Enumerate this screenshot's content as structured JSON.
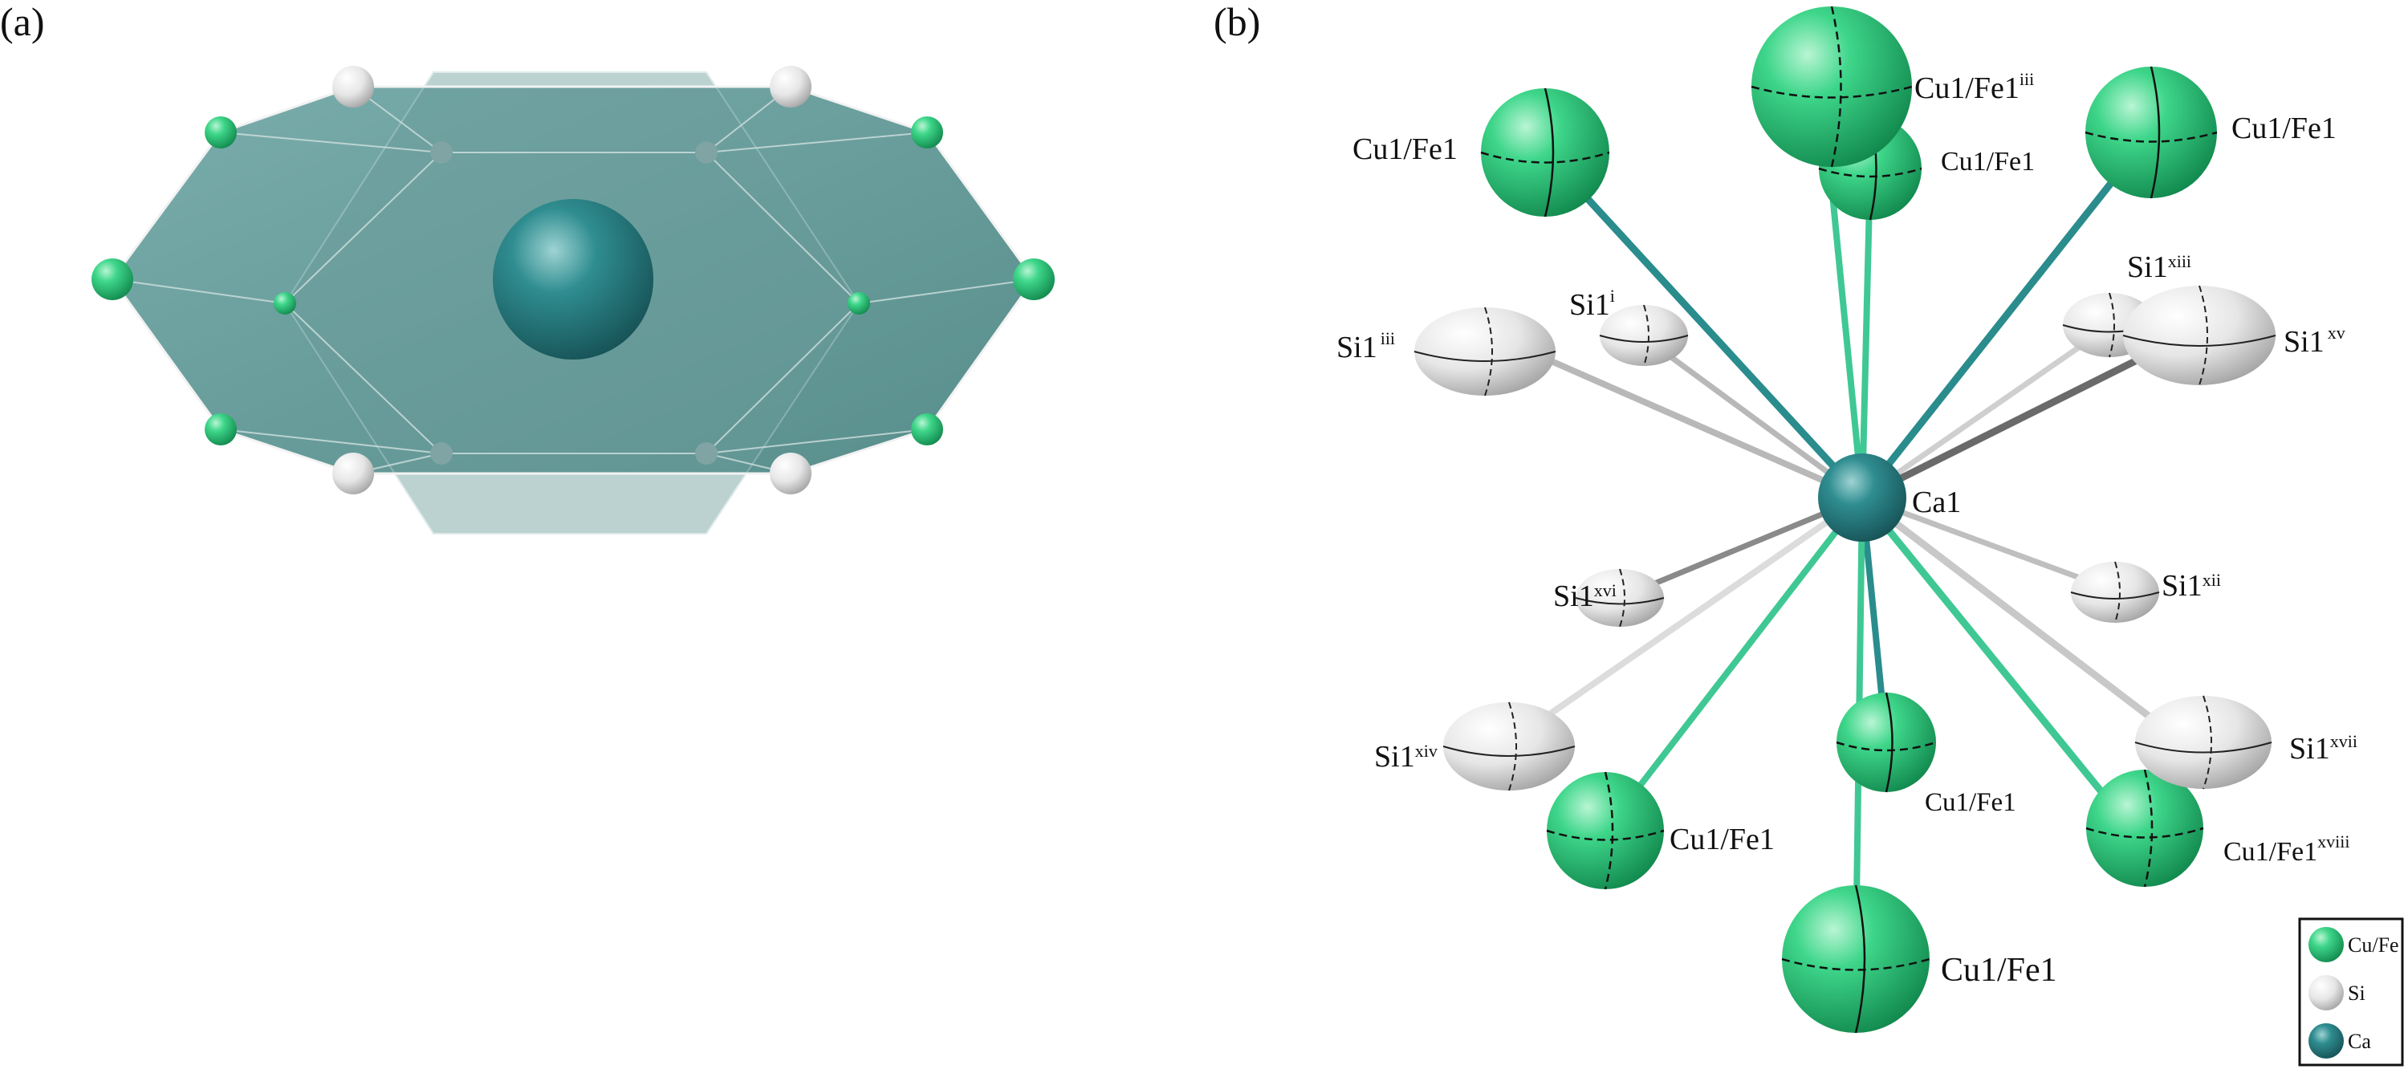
{
  "panels": {
    "a": {
      "label": "(a)"
    },
    "b": {
      "label": "(b)"
    }
  },
  "colors": {
    "polyhedron_fill": "#5a9a98",
    "cu_fe": "#2ecc71",
    "si": "#d8d8d8",
    "ca": "#2a7f84",
    "bond_cu": "#3fc894",
    "bond_ca": "#2a8c8c",
    "bond_si": "#9a9a9a"
  },
  "atom_labels": {
    "cufe_top_left": "Cu1/Fe1",
    "cufe_top_center": "Cu1/Fe1",
    "cufe_top_center_sup": "iii",
    "cufe_top_center_lower": "Cu1/Fe1",
    "cufe_top_right": "Cu1/Fe1",
    "si_iii": "Si1",
    "si_iii_sup": "iii",
    "si_i": "Si1",
    "si_i_sup": "i",
    "si_xiii": "Si1",
    "si_xiii_sup": "xiii",
    "si_xv": "Si1",
    "si_xv_sup": "xv",
    "ca": "Ca1",
    "si_xvi": "Si1",
    "si_xvi_sup": "xvi",
    "si_xii": "Si1",
    "si_xii_sup": "xii",
    "si_xiv": "Si1",
    "si_xiv_sup": "xiv",
    "si_xvii": "Si1",
    "si_xvii_sup": "xvii",
    "cufe_bottom_center_upper": "Cu1/Fe1",
    "cufe_bottom_left": "Cu1/Fe1",
    "cufe_bottom_right": "Cu1/Fe1",
    "cufe_bottom_right_sup": "xviii",
    "cufe_bottom": "Cu1/Fe1"
  },
  "legend": {
    "items": [
      {
        "label": "Cu/Fe",
        "icon": "cu-fe-sphere"
      },
      {
        "label": "Si",
        "icon": "si-sphere"
      },
      {
        "label": "Ca",
        "icon": "ca-sphere"
      }
    ]
  }
}
